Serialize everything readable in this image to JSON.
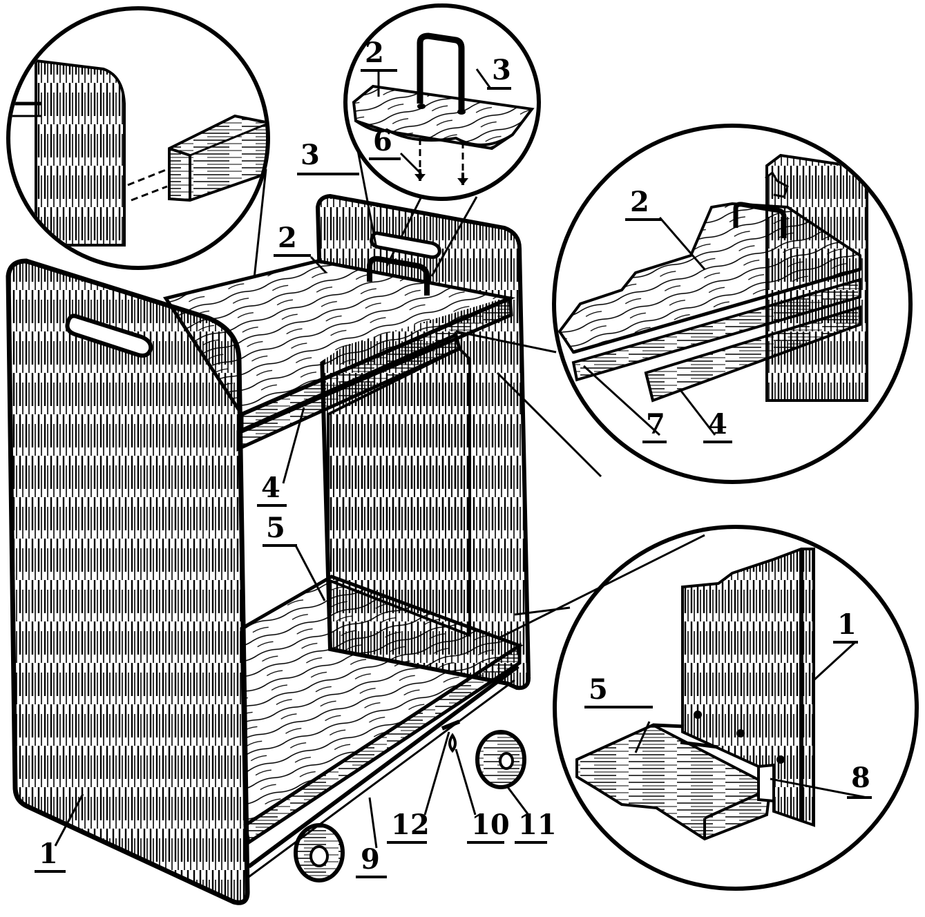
{
  "callouts": {
    "c1_main": "1",
    "c1_detail": "1",
    "c2_main": "2",
    "c2_top_detail": "2",
    "c2_right_detail": "2",
    "c3_main": "3",
    "c3_top_detail": "3",
    "c4_main": "4",
    "c4_detail": "4",
    "c5_main": "5",
    "c5_detail": "5",
    "c6": "6",
    "c7": "7",
    "c8": "8",
    "c9": "9",
    "c10": "10",
    "c11": "11",
    "c12": "12"
  }
}
